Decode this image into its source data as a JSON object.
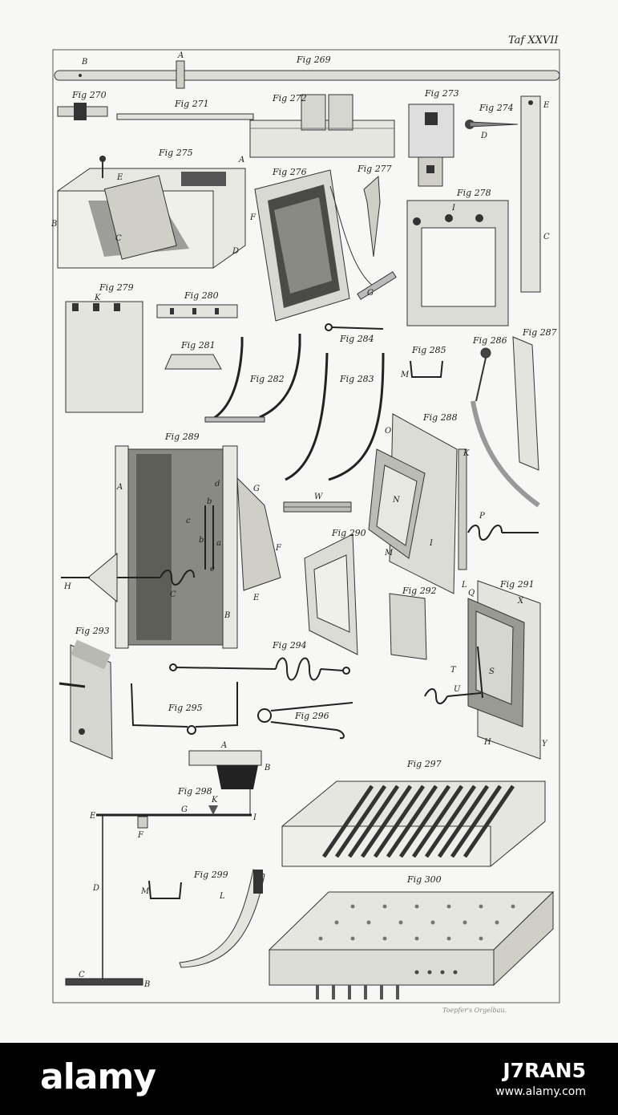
{
  "plate": {
    "title": "Taf XXVII",
    "credit": "Toepfer's Orgelbau."
  },
  "figures": {
    "f269": "Fig 269",
    "f270": "Fig 270",
    "f271": "Fig 271",
    "f272": "Fig 272",
    "f273": "Fig 273",
    "f274": "Fig 274",
    "f275": "Fig 275",
    "f276": "Fig 276",
    "f277": "Fig 277",
    "f278": "Fig 278",
    "f279": "Fig 279",
    "f280": "Fig 280",
    "f281": "Fig 281",
    "f282": "Fig 282",
    "f283": "Fig 283",
    "f284": "Fig 284",
    "f285": "Fig 285",
    "f286": "Fig 286",
    "f287": "Fig 287",
    "f288": "Fig 288",
    "f289": "Fig 289",
    "f290": "Fig 290",
    "f291": "Fig 291",
    "f292": "Fig 292",
    "f293": "Fig 293",
    "f294": "Fig 294",
    "f295": "Fig 295",
    "f296": "Fig 296",
    "f297": "Fig 297",
    "f298": "Fig 298",
    "f299": "Fig 299",
    "f300": "Fig 300"
  },
  "letters": {
    "A": "A",
    "B": "B",
    "C": "C",
    "D": "D",
    "E": "E",
    "F": "F",
    "G": "G",
    "H": "H",
    "I": "I",
    "K": "K",
    "L": "L",
    "M": "M",
    "N": "N",
    "O": "O",
    "P": "P",
    "Q": "Q",
    "S": "S",
    "T": "T",
    "U": "U",
    "W": "W",
    "X": "X",
    "Y": "Y",
    "a": "a",
    "b": "b",
    "c": "c",
    "d": "d",
    "e": "e"
  },
  "watermark": {
    "brand": "alamy",
    "image_id": "J7RAN5",
    "url": "www.alamy.com"
  }
}
